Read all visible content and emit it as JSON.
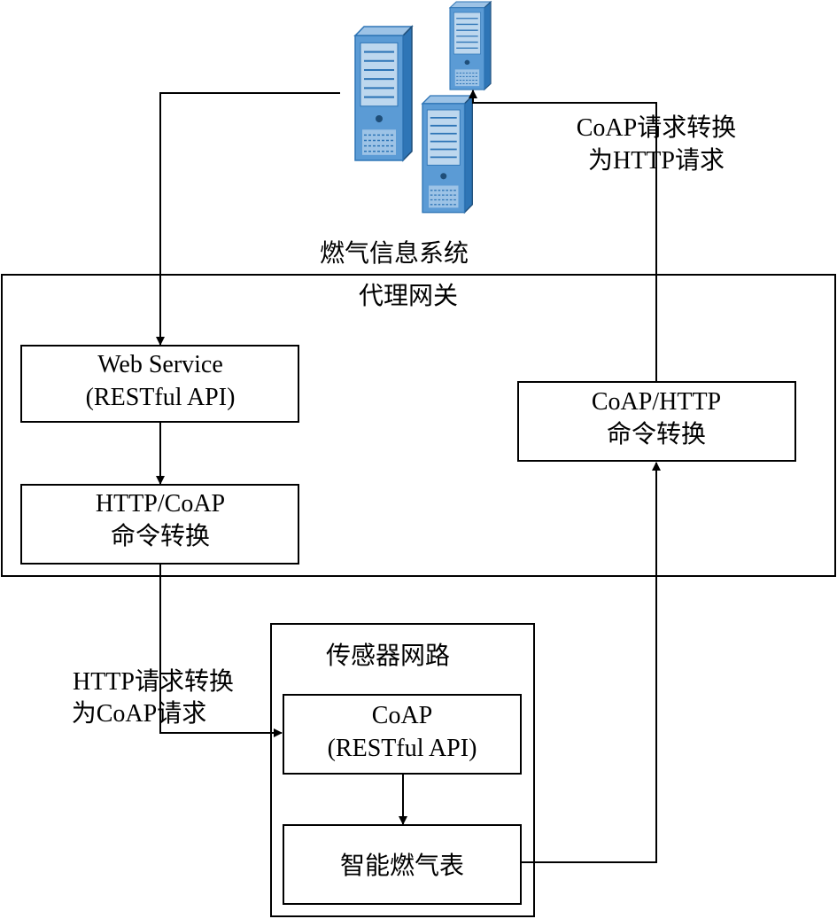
{
  "servers_label": "燃气信息系统",
  "gateway": {
    "title": "代理网关",
    "web_service": {
      "line1": "Web Service",
      "line2": "(RESTful API)"
    },
    "http_coap": {
      "line1": "HTTP/CoAP",
      "line2": "命令转换"
    },
    "coap_http": {
      "line1": "CoAP/HTTP",
      "line2": "命令转换"
    }
  },
  "sensor_network": {
    "title": "传感器网路",
    "coap": {
      "line1": "CoAP",
      "line2": "(RESTful API)"
    },
    "meter": {
      "label": "智能燃气表"
    }
  },
  "edge_labels": {
    "coap_to_http": {
      "line1": "CoAP请求转换",
      "line2": "为HTTP请求"
    },
    "http_to_coap": {
      "line1": "HTTP请求转换",
      "line2": "为CoAP请求"
    }
  },
  "colors": {
    "server_body": "#5b9bd5",
    "server_side": "#2e75b6",
    "server_panel": "#bdd7ee"
  }
}
